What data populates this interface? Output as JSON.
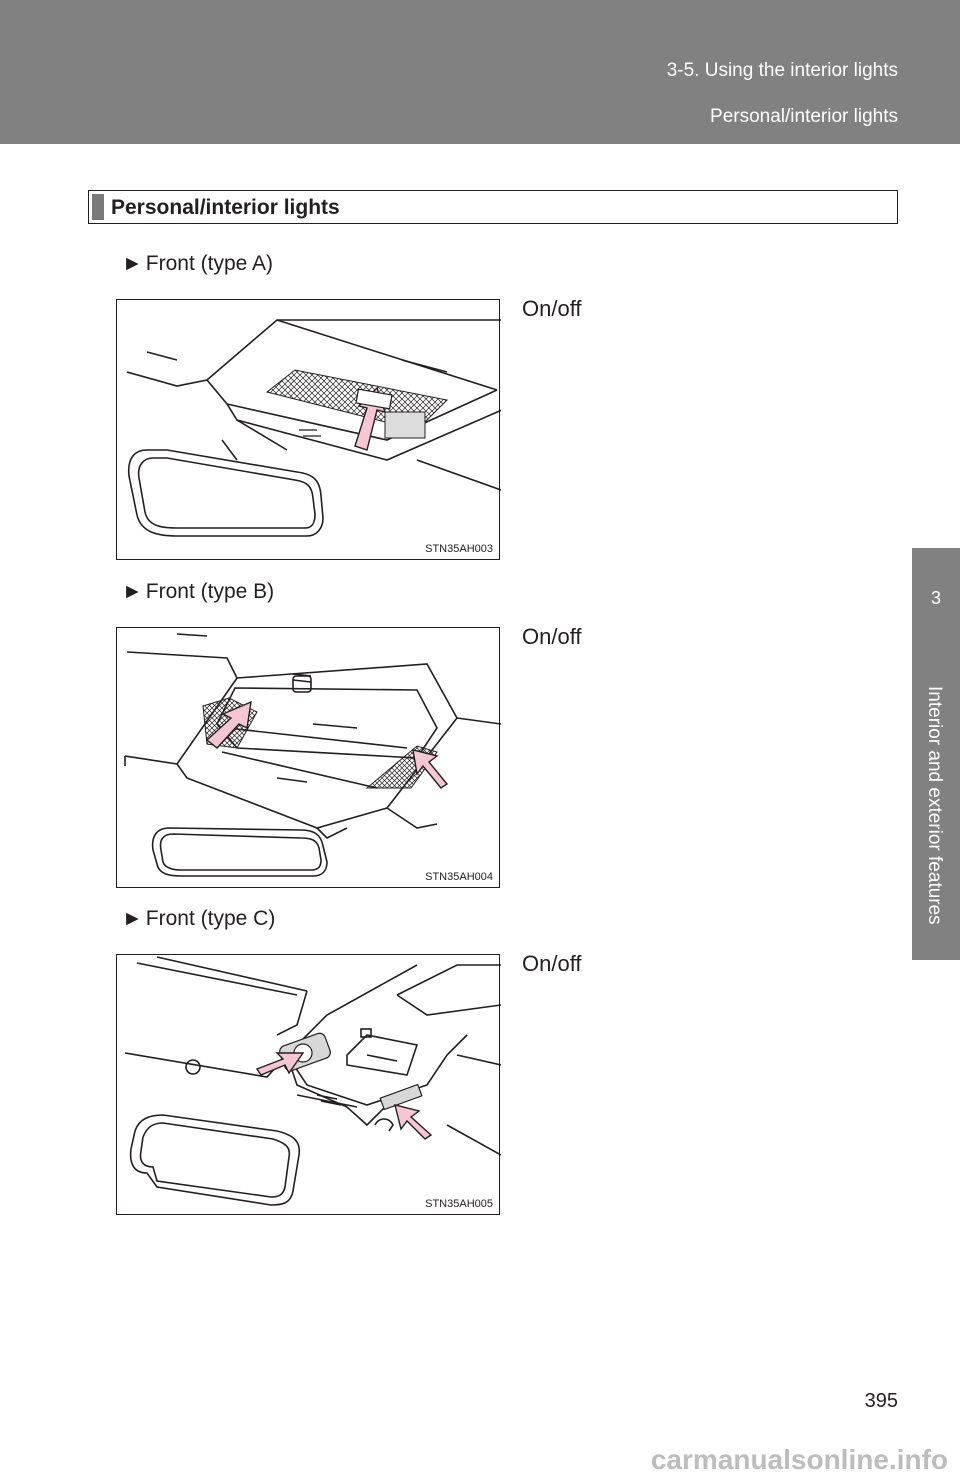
{
  "header": {
    "chapter": "3-5. Using the interior lights",
    "section": "Personal/interior lights"
  },
  "side_tab": {
    "number": "3",
    "label": "Interior and exterior features"
  },
  "section_heading": "Personal/interior lights",
  "items": [
    {
      "label": "Front (type A)",
      "figure_code": "STN35AH003",
      "callout": "On/off"
    },
    {
      "label": "Front (type B)",
      "figure_code": "STN35AH004",
      "callout": "On/off"
    },
    {
      "label": "Front (type C)",
      "figure_code": "STN35AH005",
      "callout": "On/off"
    }
  ],
  "page_number": "395",
  "watermark": "carmanualsonline.info",
  "colors": {
    "header_bg": "#818181",
    "arrow_fill": "#f6c6d4",
    "text": "#231f20"
  }
}
